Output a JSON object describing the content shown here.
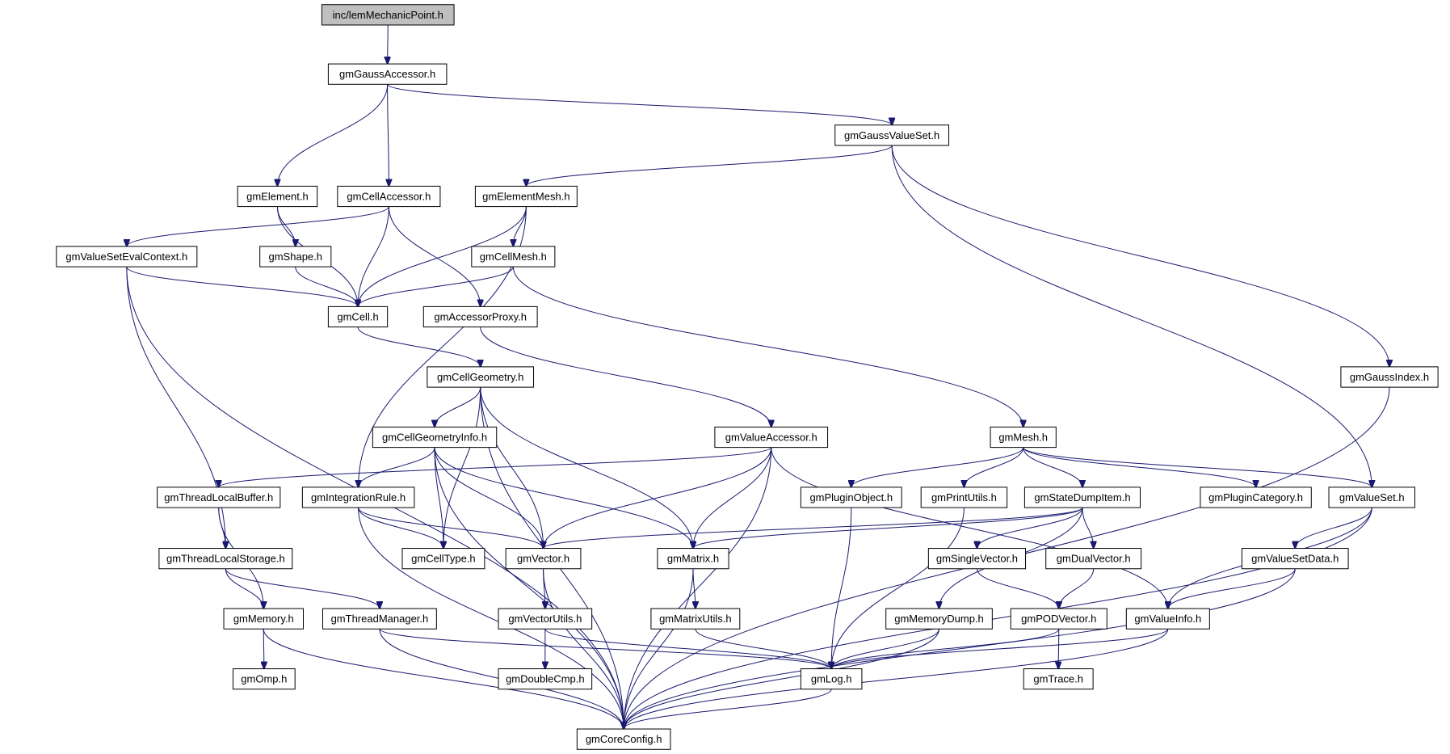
{
  "nodes": [
    {
      "id": "root",
      "label": "inc/lemMechanicPoint.h",
      "root": true
    },
    {
      "id": "gaussAccessor",
      "label": "gmGaussAccessor.h"
    },
    {
      "id": "gaussValueSet",
      "label": "gmGaussValueSet.h"
    },
    {
      "id": "element",
      "label": "gmElement.h"
    },
    {
      "id": "cellAccessor",
      "label": "gmCellAccessor.h"
    },
    {
      "id": "elementMesh",
      "label": "gmElementMesh.h"
    },
    {
      "id": "valueSetEvalContext",
      "label": "gmValueSetEvalContext.h"
    },
    {
      "id": "shape",
      "label": "gmShape.h"
    },
    {
      "id": "cellMesh",
      "label": "gmCellMesh.h"
    },
    {
      "id": "cell",
      "label": "gmCell.h"
    },
    {
      "id": "accessorProxy",
      "label": "gmAccessorProxy.h"
    },
    {
      "id": "gaussIndex",
      "label": "gmGaussIndex.h"
    },
    {
      "id": "cellGeometry",
      "label": "gmCellGeometry.h"
    },
    {
      "id": "cellGeometryInfo",
      "label": "gmCellGeometryInfo.h"
    },
    {
      "id": "valueAccessor",
      "label": "gmValueAccessor.h"
    },
    {
      "id": "mesh",
      "label": "gmMesh.h"
    },
    {
      "id": "threadLocalBuffer",
      "label": "gmThreadLocalBuffer.h"
    },
    {
      "id": "integrationRule",
      "label": "gmIntegrationRule.h"
    },
    {
      "id": "pluginObject",
      "label": "gmPluginObject.h"
    },
    {
      "id": "printUtils",
      "label": "gmPrintUtils.h"
    },
    {
      "id": "stateDumpItem",
      "label": "gmStateDumpItem.h"
    },
    {
      "id": "pluginCategory",
      "label": "gmPluginCategory.h"
    },
    {
      "id": "valueSet",
      "label": "gmValueSet.h"
    },
    {
      "id": "threadLocalStorage",
      "label": "gmThreadLocalStorage.h"
    },
    {
      "id": "cellType",
      "label": "gmCellType.h"
    },
    {
      "id": "vector",
      "label": "gmVector.h"
    },
    {
      "id": "matrix",
      "label": "gmMatrix.h"
    },
    {
      "id": "singleVector",
      "label": "gmSingleVector.h"
    },
    {
      "id": "dualVector",
      "label": "gmDualVector.h"
    },
    {
      "id": "valueSetData",
      "label": "gmValueSetData.h"
    },
    {
      "id": "memory",
      "label": "gmMemory.h"
    },
    {
      "id": "threadManager",
      "label": "gmThreadManager.h"
    },
    {
      "id": "vectorUtils",
      "label": "gmVectorUtils.h"
    },
    {
      "id": "matrixUtils",
      "label": "gmMatrixUtils.h"
    },
    {
      "id": "memoryDump",
      "label": "gmMemoryDump.h"
    },
    {
      "id": "podVector",
      "label": "gmPODVector.h"
    },
    {
      "id": "valueInfo",
      "label": "gmValueInfo.h"
    },
    {
      "id": "omp",
      "label": "gmOmp.h"
    },
    {
      "id": "doubleCmp",
      "label": "gmDoubleCmp.h"
    },
    {
      "id": "log",
      "label": "gmLog.h"
    },
    {
      "id": "trace",
      "label": "gmTrace.h"
    },
    {
      "id": "coreConfig",
      "label": "gmCoreConfig.h"
    }
  ],
  "edges": [
    [
      "root",
      "gaussAccessor"
    ],
    [
      "gaussAccessor",
      "element"
    ],
    [
      "gaussAccessor",
      "cellAccessor"
    ],
    [
      "gaussAccessor",
      "gaussValueSet"
    ],
    [
      "gaussValueSet",
      "elementMesh"
    ],
    [
      "gaussValueSet",
      "valueSet"
    ],
    [
      "gaussValueSet",
      "gaussIndex"
    ],
    [
      "element",
      "shape"
    ],
    [
      "element",
      "cell"
    ],
    [
      "cellAccessor",
      "valueSetEvalContext"
    ],
    [
      "cellAccessor",
      "cell"
    ],
    [
      "cellAccessor",
      "accessorProxy"
    ],
    [
      "elementMesh",
      "cellMesh"
    ],
    [
      "elementMesh",
      "cell"
    ],
    [
      "elementMesh",
      "integrationRule"
    ],
    [
      "valueSetEvalContext",
      "cell"
    ],
    [
      "valueSetEvalContext",
      "threadLocalStorage"
    ],
    [
      "valueSetEvalContext",
      "coreConfig"
    ],
    [
      "shape",
      "cell"
    ],
    [
      "cellMesh",
      "cell"
    ],
    [
      "cellMesh",
      "mesh"
    ],
    [
      "cell",
      "cellGeometry"
    ],
    [
      "accessorProxy",
      "valueAccessor"
    ],
    [
      "gaussIndex",
      "coreConfig"
    ],
    [
      "cellGeometry",
      "cellGeometryInfo"
    ],
    [
      "cellGeometry",
      "cellType"
    ],
    [
      "cellGeometry",
      "vector"
    ],
    [
      "cellGeometry",
      "matrix"
    ],
    [
      "cellGeometry",
      "coreConfig"
    ],
    [
      "cellGeometryInfo",
      "integrationRule"
    ],
    [
      "cellGeometryInfo",
      "cellType"
    ],
    [
      "cellGeometryInfo",
      "vector"
    ],
    [
      "cellGeometryInfo",
      "matrix"
    ],
    [
      "cellGeometryInfo",
      "coreConfig"
    ],
    [
      "valueAccessor",
      "threadLocalBuffer"
    ],
    [
      "valueAccessor",
      "vector"
    ],
    [
      "valueAccessor",
      "matrix"
    ],
    [
      "valueAccessor",
      "valueInfo"
    ],
    [
      "valueAccessor",
      "coreConfig"
    ],
    [
      "mesh",
      "pluginObject"
    ],
    [
      "mesh",
      "printUtils"
    ],
    [
      "mesh",
      "stateDumpItem"
    ],
    [
      "mesh",
      "pluginCategory"
    ],
    [
      "mesh",
      "valueSet"
    ],
    [
      "threadLocalBuffer",
      "threadLocalStorage"
    ],
    [
      "threadLocalBuffer",
      "memory"
    ],
    [
      "integrationRule",
      "cellType"
    ],
    [
      "integrationRule",
      "vector"
    ],
    [
      "integrationRule",
      "coreConfig"
    ],
    [
      "pluginObject",
      "log"
    ],
    [
      "printUtils",
      "log"
    ],
    [
      "stateDumpItem",
      "vector"
    ],
    [
      "stateDumpItem",
      "matrix"
    ],
    [
      "stateDumpItem",
      "singleVector"
    ],
    [
      "stateDumpItem",
      "dualVector"
    ],
    [
      "stateDumpItem",
      "memoryDump"
    ],
    [
      "valueSet",
      "valueSetData"
    ],
    [
      "valueSet",
      "valueInfo"
    ],
    [
      "valueSet",
      "coreConfig"
    ],
    [
      "threadLocalStorage",
      "memory"
    ],
    [
      "threadLocalStorage",
      "threadManager"
    ],
    [
      "vector",
      "vectorUtils"
    ],
    [
      "vector",
      "coreConfig"
    ],
    [
      "matrix",
      "matrixUtils"
    ],
    [
      "matrix",
      "coreConfig"
    ],
    [
      "singleVector",
      "podVector"
    ],
    [
      "dualVector",
      "podVector"
    ],
    [
      "valueSetData",
      "valueInfo"
    ],
    [
      "valueSetData",
      "coreConfig"
    ],
    [
      "memory",
      "omp"
    ],
    [
      "memory",
      "coreConfig"
    ],
    [
      "threadManager",
      "log"
    ],
    [
      "threadManager",
      "coreConfig"
    ],
    [
      "vectorUtils",
      "doubleCmp"
    ],
    [
      "vectorUtils",
      "log"
    ],
    [
      "matrixUtils",
      "log"
    ],
    [
      "memoryDump",
      "log"
    ],
    [
      "memoryDump",
      "coreConfig"
    ],
    [
      "podVector",
      "trace"
    ],
    [
      "podVector",
      "log"
    ],
    [
      "valueInfo",
      "log"
    ],
    [
      "valueInfo",
      "coreConfig"
    ],
    [
      "log",
      "coreConfig"
    ]
  ]
}
